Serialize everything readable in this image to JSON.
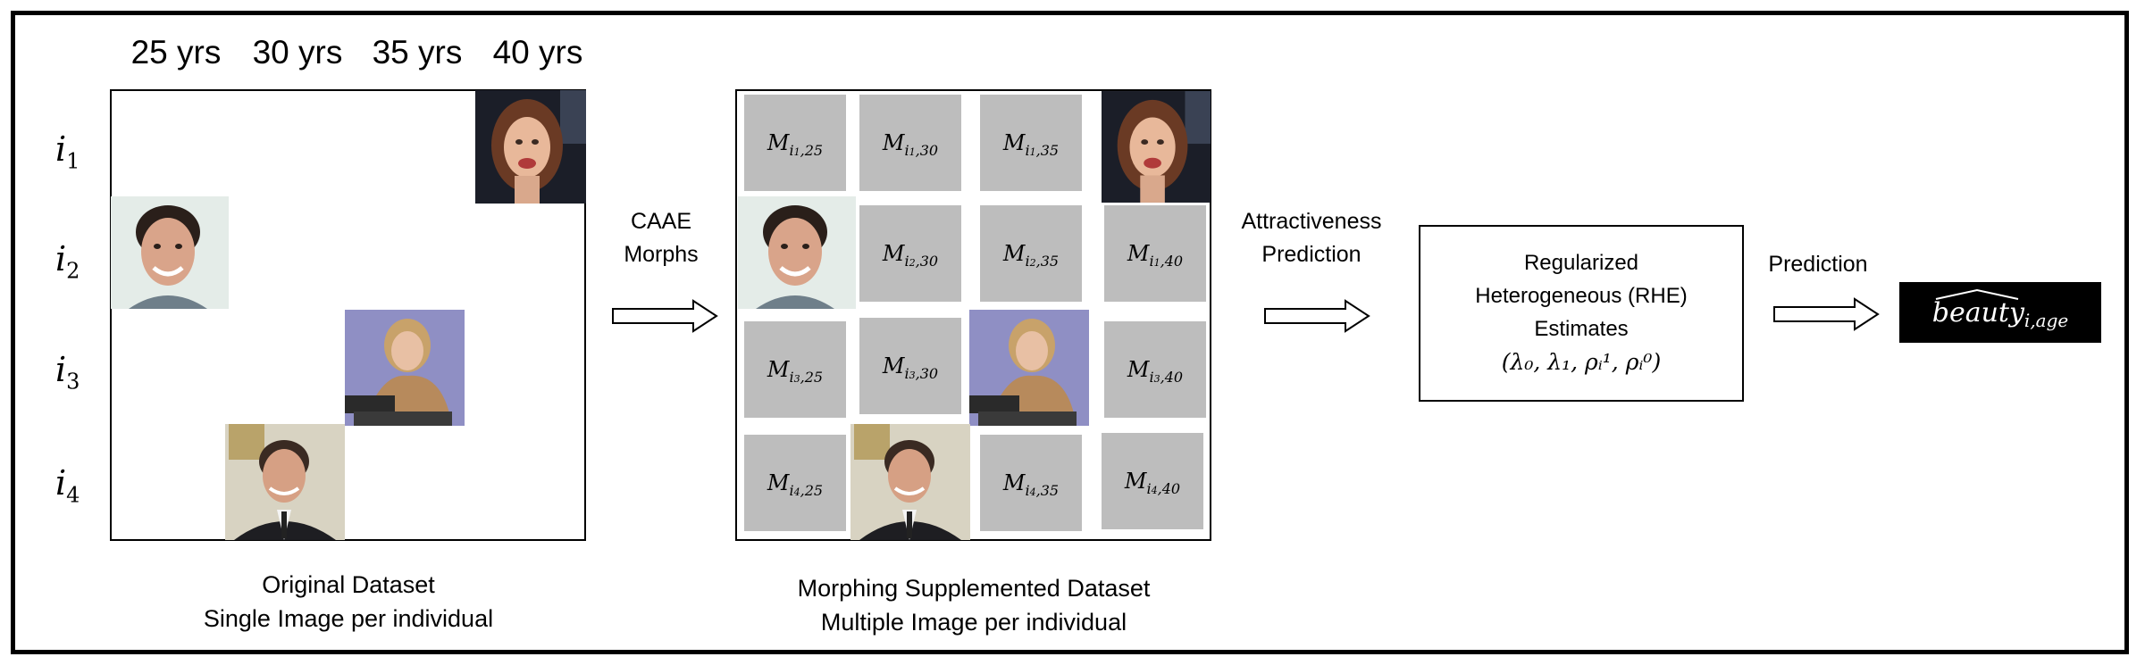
{
  "ages": [
    "25 yrs",
    "30 yrs",
    "35 yrs",
    "40 yrs"
  ],
  "individuals": [
    "i",
    "i",
    "i",
    "i"
  ],
  "individual_subs": [
    "1",
    "2",
    "3",
    "4"
  ],
  "original_caption": [
    "Original Dataset",
    "Single Image per individual"
  ],
  "step1_label": [
    "CAAE",
    "Morphs"
  ],
  "morph_caption": [
    "Morphing Supplemented Dataset",
    "Multiple Image per individual"
  ],
  "step2_label": [
    "Attractiveness",
    "Prediction"
  ],
  "rhe": {
    "lines": [
      "Regularized",
      "Heterogeneous (RHE)",
      "Estimates"
    ],
    "params": "(λ₀, λ₁, ρᵢ¹, ρᵢ⁰)"
  },
  "step3_label": "Prediction",
  "output": {
    "main": "beauty",
    "sub": "i,age"
  },
  "morph_cells": [
    {
      "i": "1",
      "age": "25"
    },
    {
      "i": "1",
      "age": "30"
    },
    {
      "i": "1",
      "age": "35"
    },
    {
      "i": "2",
      "age": "30"
    },
    {
      "i": "2",
      "age": "35"
    },
    {
      "i": "1",
      "age": "40"
    },
    {
      "i": "3",
      "age": "25"
    },
    {
      "i": "3",
      "age": "30"
    },
    {
      "i": "3",
      "age": "40"
    },
    {
      "i": "4",
      "age": "25"
    },
    {
      "i": "4",
      "age": "35"
    },
    {
      "i": "4",
      "age": "40"
    }
  ],
  "colors": {
    "morph_cell": "#bdbdbd",
    "output_bg": "#000000",
    "output_text": "#ffffff"
  }
}
